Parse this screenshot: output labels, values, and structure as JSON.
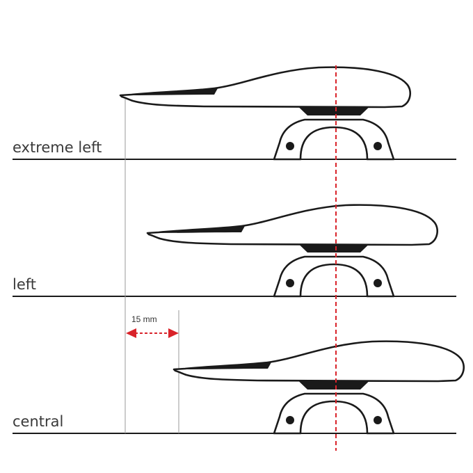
{
  "positions": [
    {
      "label": "extreme left"
    },
    {
      "label": "left"
    },
    {
      "label": "central"
    }
  ],
  "dimension": {
    "label": "15 mm"
  },
  "colors": {
    "center_line": "#d9232a",
    "dimension_arrow": "#d9232a",
    "outline": "#1a1a1a",
    "guide_line": "#9a9a9a"
  }
}
